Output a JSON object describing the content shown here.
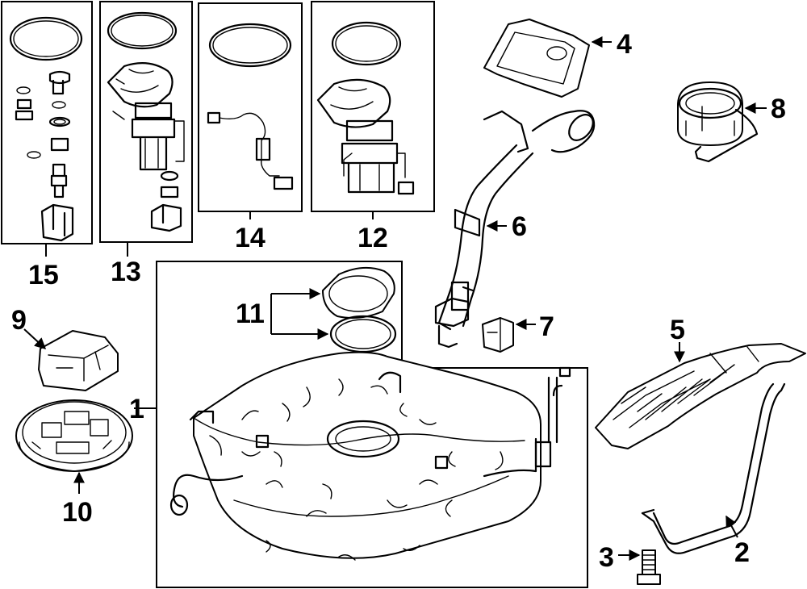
{
  "diagram": {
    "callouts": {
      "c1": "1",
      "c2": "2",
      "c3": "3",
      "c4": "4",
      "c5": "5",
      "c6": "6",
      "c7": "7",
      "c8": "8",
      "c9": "9",
      "c10": "10",
      "c11": "11",
      "c12": "12",
      "c13": "13",
      "c14": "14",
      "c15": "15"
    }
  }
}
